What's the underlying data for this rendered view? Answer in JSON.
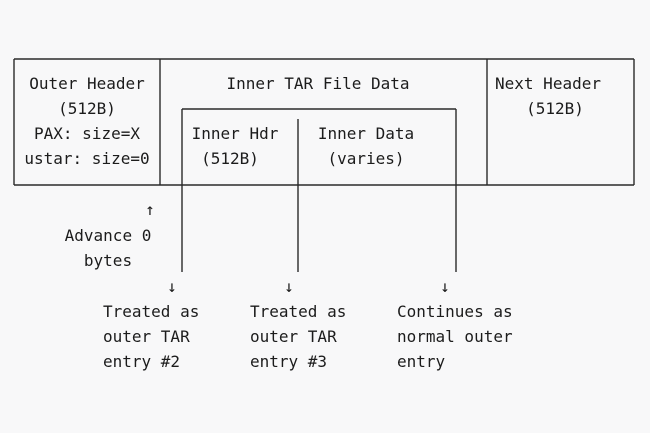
{
  "diagram": {
    "outer_header": {
      "title": "Outer Header",
      "size": "(512B)",
      "pax": "PAX: size=X",
      "ustar": "ustar: size=0"
    },
    "inner_data_region": {
      "title": "Inner TAR File Data"
    },
    "inner_header": {
      "title": "Inner Hdr",
      "size": "(512B)"
    },
    "inner_data": {
      "title": "Inner Data",
      "size": "(varies)"
    },
    "next_header": {
      "title": "Next Header",
      "size": "(512B)"
    },
    "advance_note": {
      "arrow": "↑",
      "line1": "Advance 0",
      "line2": "bytes"
    },
    "annotations": [
      {
        "arrow": "↓",
        "lines": [
          "Treated as",
          "outer TAR",
          "entry #2"
        ]
      },
      {
        "arrow": "↓",
        "lines": [
          "Treated as",
          "outer TAR",
          "entry #3"
        ]
      },
      {
        "arrow": "↓",
        "lines": [
          "Continues as",
          "normal outer",
          "entry"
        ]
      }
    ]
  }
}
